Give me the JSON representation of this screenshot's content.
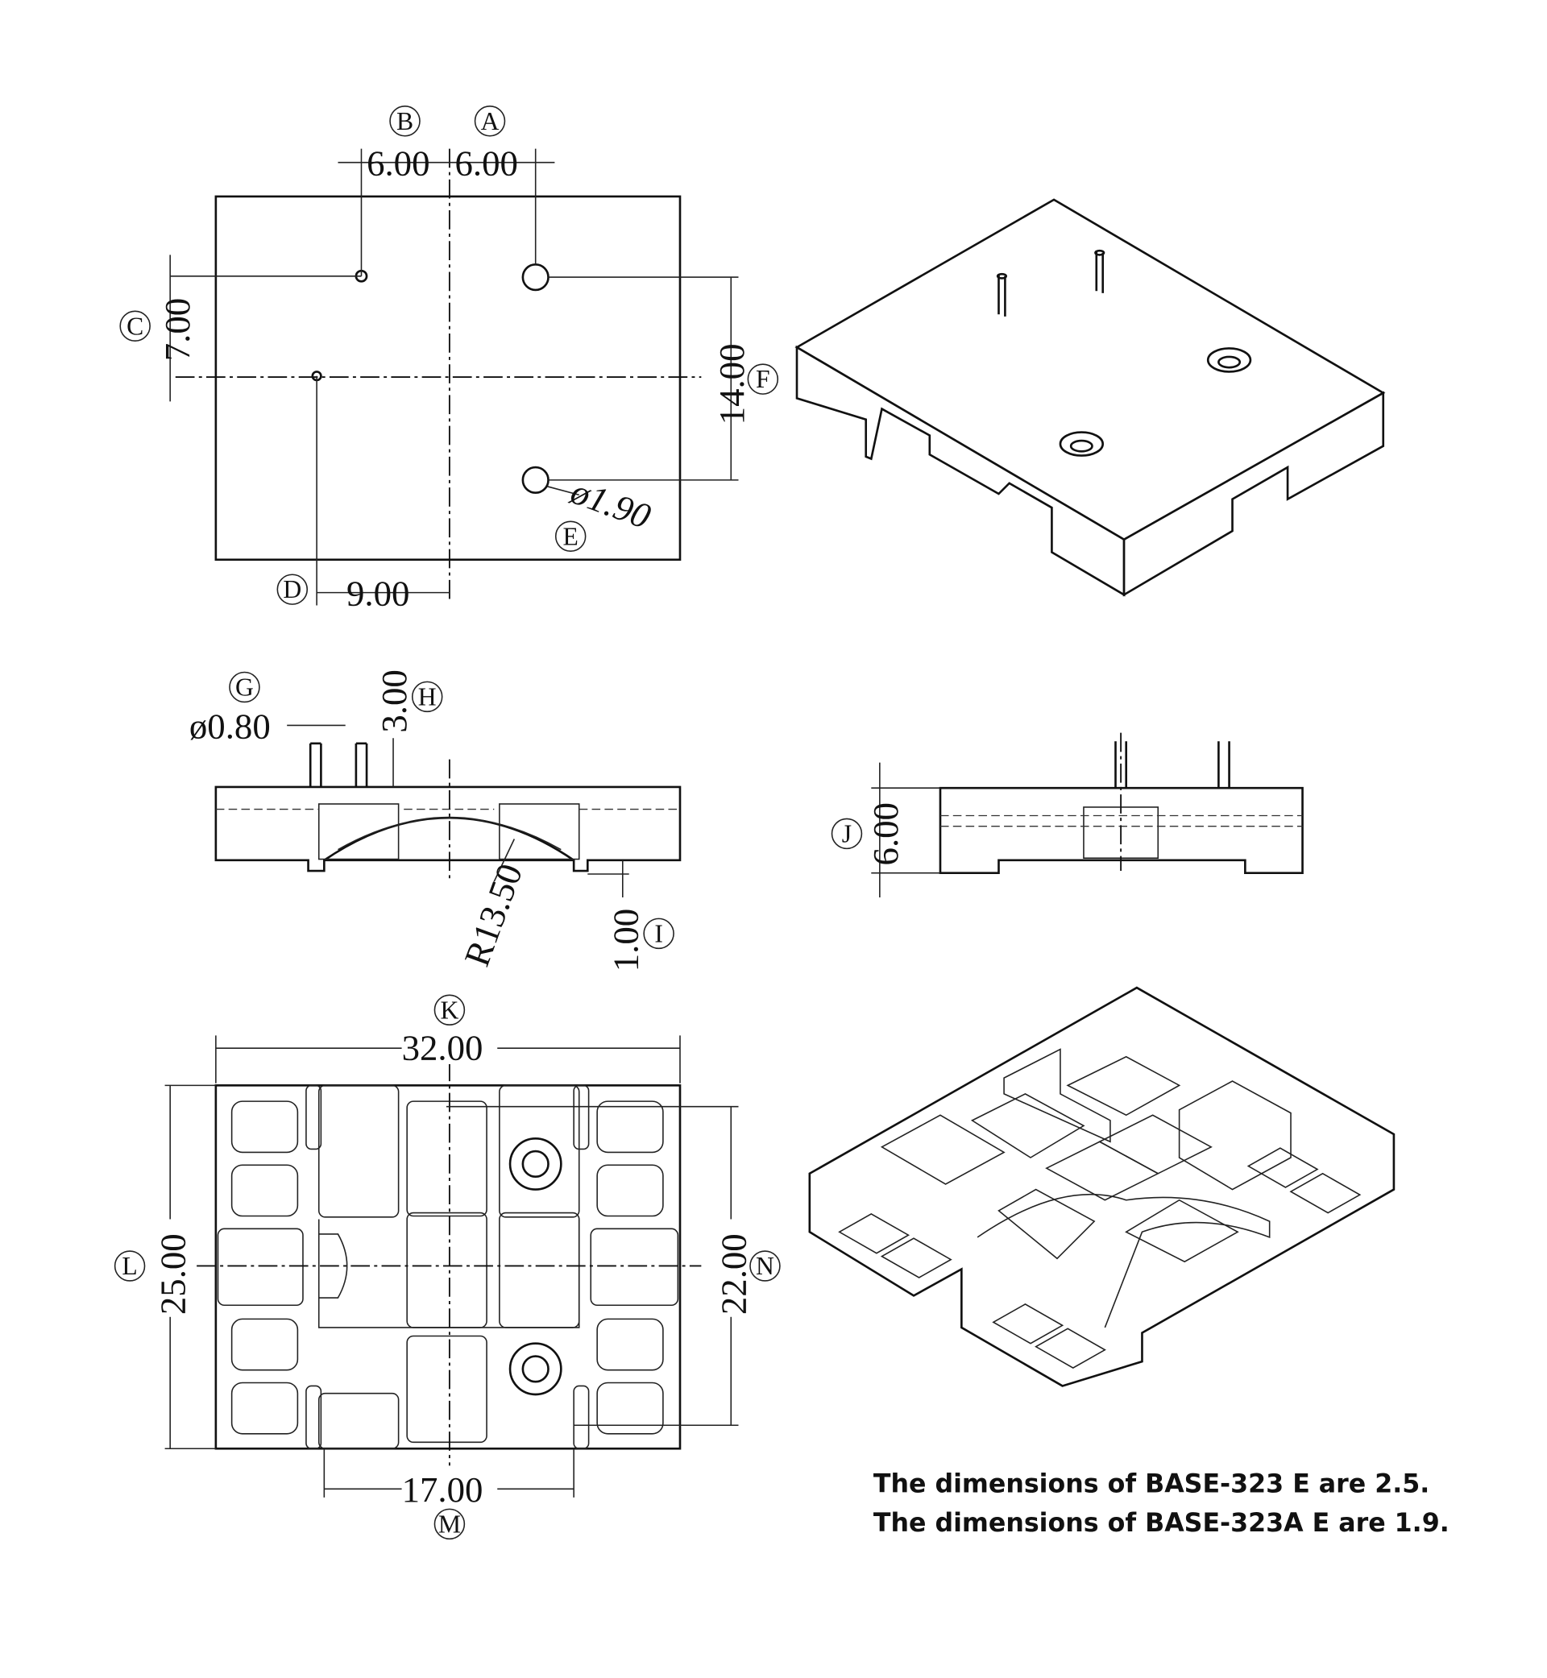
{
  "top_view": {
    "dims": {
      "b": "6.00",
      "a": "6.00",
      "c": "7.00",
      "f": "14.00",
      "hole_dia": "ø1.90",
      "d": "9.00"
    },
    "callouts": {
      "a": "A",
      "b": "B",
      "c": "C",
      "d": "D",
      "e": "E",
      "f": "F"
    }
  },
  "front_view": {
    "dims": {
      "pin_dia": "ø0.80",
      "pin_height": "3.00",
      "radius": "R13.50",
      "step": "1.00"
    },
    "callouts": {
      "g": "G",
      "h": "H",
      "i": "I"
    }
  },
  "side_view": {
    "dims": {
      "height": "6.00"
    },
    "callouts": {
      "j": "J"
    }
  },
  "bottom_view": {
    "dims": {
      "width": "32.00",
      "depth": "25.00",
      "inner": "22.00",
      "slot": "17.00"
    },
    "callouts": {
      "k": "K",
      "l": "L",
      "m": "M",
      "n": "N"
    }
  },
  "notes": [
    "The dimensions of BASE-323 E are 2.5.",
    "The dimensions of BASE-323A E are 1.9."
  ]
}
